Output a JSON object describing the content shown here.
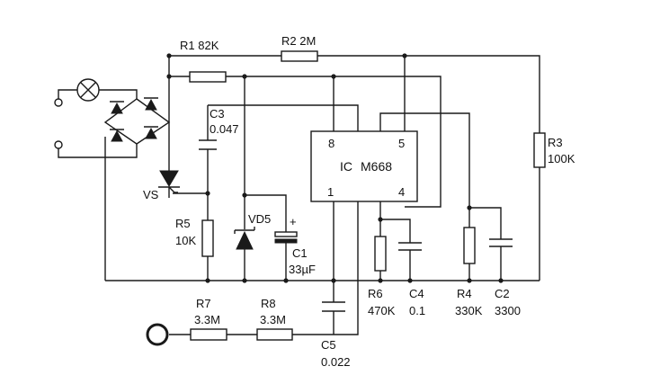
{
  "labels": {
    "r1": "R1 82K",
    "r2": "R2 2M",
    "c3_name": "C3",
    "c3_value": "0.047",
    "ic_pin8": "8",
    "ic_pin5": "5",
    "ic_pin1": "1",
    "ic_pin4": "4",
    "ic_name": "IC",
    "ic_part": "M668",
    "r3_name": "R3",
    "r3_value": "100K",
    "vs": "VS",
    "vd5": "VD5",
    "r5_name": "R5",
    "r5_value": "10K",
    "c1_plus": "+",
    "c1_name": "C1",
    "c1_value": "33µF",
    "r6_name": "R6",
    "r6_value": "470K",
    "c4_name": "C4",
    "c4_value": "0.1",
    "r4_name": "R4",
    "r4_value": "330K",
    "c2_name": "C2",
    "c2_value": "3300",
    "r7_name": "R7",
    "r7_value": "3.3M",
    "r8_name": "R8",
    "r8_value": "3.3M",
    "c5_name": "C5",
    "c5_value": "0.022"
  }
}
